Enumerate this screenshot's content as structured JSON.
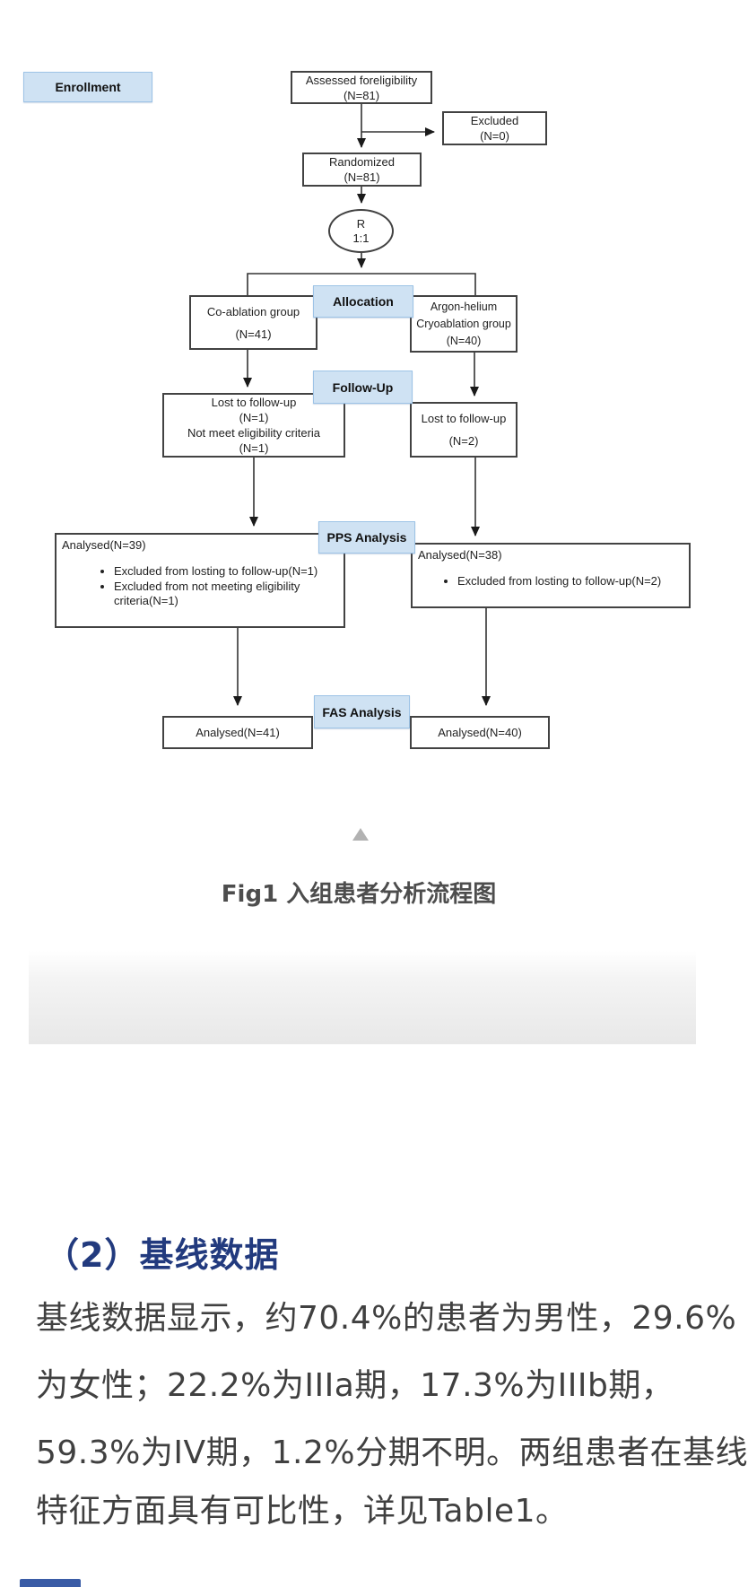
{
  "colors": {
    "tag_bg": "#cfe2f3",
    "tag_border": "#9dc3e6",
    "box_border": "#424242",
    "heading_blue": "#223a7e",
    "body_text": "#404040",
    "caption_text": "#4d4d4d",
    "triangle_gray": "#b2b2b2",
    "bottom_tag_blue": "#3a5ca6"
  },
  "flowchart": {
    "enrollment_label": "Enrollment",
    "assessed": [
      "Assessed foreligibility",
      "(N=81)"
    ],
    "excluded": [
      "Excluded",
      "(N=0)"
    ],
    "randomized": [
      "Randomized",
      "(N=81)"
    ],
    "ratio": [
      "R",
      "1:1"
    ],
    "allocation_label": "Allocation",
    "co_ablation": [
      "Co-ablation group",
      "(N=41)"
    ],
    "argon": [
      "Argon-helium",
      "Cryoablation group",
      "(N=40)"
    ],
    "followup_label": "Follow-Up",
    "lost_left": [
      "Lost to follow-up",
      "(N=1)",
      "Not meet eligibility criteria",
      "(N=1)"
    ],
    "lost_right": [
      "Lost to follow-up",
      "(N=2)"
    ],
    "pps_label": "PPS Analysis",
    "pps_left_title": "Analysed(N=39)",
    "pps_left_bullets": [
      "Excluded from losting to follow-up(N=1)",
      "Excluded from not meeting eligibility criteria(N=1)"
    ],
    "pps_right_title": "Analysed(N=38)",
    "pps_right_bullets": [
      "Excluded from losting to follow-up(N=2)"
    ],
    "fas_label": "FAS Analysis",
    "fas_left": "Analysed(N=41)",
    "fas_right": "Analysed(N=40)"
  },
  "caption": "Fig1 入组患者分析流程图",
  "section": {
    "heading": "（2）基线数据",
    "lines": [
      "基线数据显示，约70.4%的患者为男性，29.6%",
      "为女性；22.2%为IIIa期，17.3%为IIIb期，",
      "59.3%为IV期，1.2%分期不明。两组患者在基线",
      "特征方面具有可比性，详见Table1。"
    ]
  }
}
